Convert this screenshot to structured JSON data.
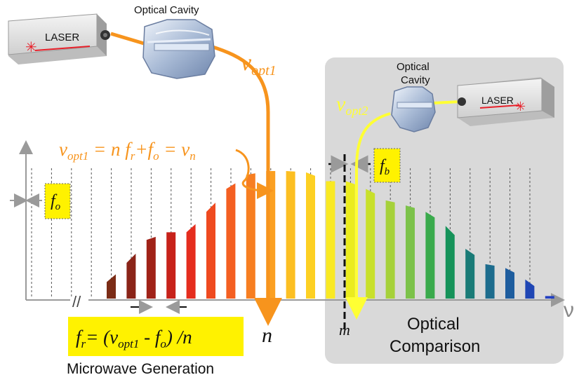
{
  "colors": {
    "orange": "#f7941d",
    "yellow": "#ffff33",
    "label_yellow": "#fff200",
    "panel_gray": "#d9d9d9",
    "axis_gray": "#9a9a9a",
    "laser_red": "#e8202a"
  },
  "laser1": {
    "label": "LASER"
  },
  "laser2": {
    "label": "LASER"
  },
  "cavity1": {
    "label": "Optical Cavity"
  },
  "cavity2": {
    "label_line1": "Optical",
    "label_line2": "Cavity"
  },
  "nu_opt1": {
    "symbol": "ν",
    "sub": "opt1"
  },
  "nu_opt2": {
    "symbol": "ν",
    "sub": "opt2"
  },
  "equation1": {
    "nu": "ν",
    "sub_opt1": "opt1",
    "rhs_a": " = n f",
    "sub_r": "r",
    "plus": "+f",
    "sub_o": "o",
    "rhs_b": " = ν",
    "sub_n": "n"
  },
  "fo_box": {
    "f": "f",
    "sub": "o"
  },
  "fb_box": {
    "f": "f",
    "sub": "b"
  },
  "fr_box": {
    "f": "f",
    "sub_r": "r",
    "eq": "= (ν",
    "sub_opt1": "opt1",
    "minus": " - f",
    "sub_o": "o",
    "tail": ") /n"
  },
  "axis": {
    "x_symbol": "ν",
    "break_mark": "//"
  },
  "marker_n": "n",
  "marker_m": "m",
  "microwave_label": "Microwave Generation",
  "optical_comparison": {
    "line1": "Optical",
    "line2": "Comparison"
  },
  "comb": {
    "heights": [
      0.13,
      0.28,
      0.46,
      0.52,
      0.52,
      0.68,
      0.86,
      0.97,
      1.0,
      1.0,
      0.99,
      0.92,
      0.92,
      0.86,
      0.77,
      0.73,
      0.68,
      0.57,
      0.39,
      0.27,
      0.24,
      0.15,
      0.02
    ],
    "colors": [
      "#7b2c16",
      "#8a2418",
      "#a02218",
      "#c7221a",
      "#e52d1e",
      "#ef4a1f",
      "#f45f21",
      "#f77e21",
      "#fba022",
      "#fcbf22",
      "#fdd023",
      "#f9e923",
      "#ebec1e",
      "#c8e02b",
      "#a6d13a",
      "#7cc24a",
      "#3aaa4c",
      "#16935a",
      "#1a7b77",
      "#1d6c8d",
      "#1e5d9e",
      "#1f46b4",
      "#2340c2"
    ]
  }
}
